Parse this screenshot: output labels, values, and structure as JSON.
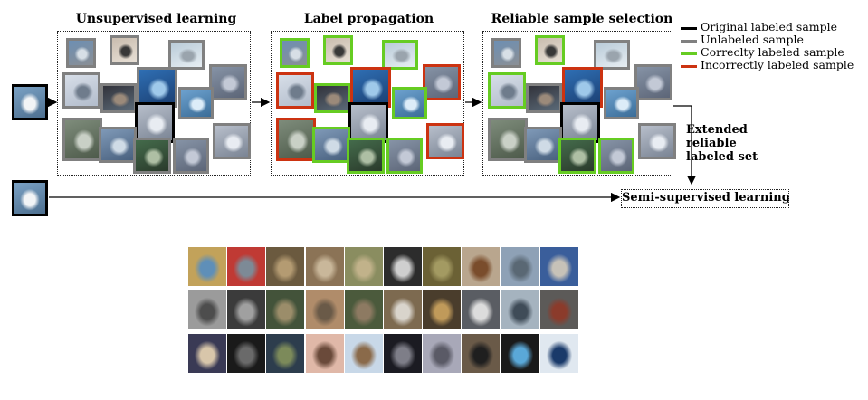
{
  "stages": {
    "unsupervised": "Unsupervised learning",
    "propagation": "Label propagation",
    "selection": "Reliable sample selection"
  },
  "legend": [
    {
      "label": "Original labeled sample",
      "color": "#000000"
    },
    {
      "label": "Unlabeled sample",
      "color": "#808080"
    },
    {
      "label": "Correclty labeled sample",
      "color": "#66cc22"
    },
    {
      "label": "Incorrectly labeled sample",
      "color": "#cc3311"
    }
  ],
  "side_label": {
    "line1": "Extended",
    "line2": "reliable",
    "line3": "labeled set"
  },
  "ssl_label": "Semi-supervised learning",
  "colors": {
    "original": "#000000",
    "unlabeled": "#808080",
    "correct": "#66cc22",
    "incorrect": "#cc3311"
  },
  "thumb_palette": [
    [
      "#6d8fb3",
      "#d7dfe6",
      "#8a8f95"
    ],
    [
      "#c9bcae",
      "#383838",
      "#e8e0d6"
    ],
    [
      "#2f6fb4",
      "#9fc9ea",
      "#1b3f72"
    ],
    [
      "#b9cbd8",
      "#9aa4ad",
      "#e6edf2"
    ],
    [
      "#7e8c7b",
      "#c9d0c6",
      "#4d5a4a"
    ],
    [
      "#31323a",
      "#9b8a7a",
      "#5b6a78"
    ],
    [
      "#7f99b7",
      "#cfdbe6",
      "#48607e"
    ],
    [
      "#d7dee8",
      "#6f7c8c",
      "#b2bccb"
    ],
    [
      "#8693a6",
      "#c3c9d6",
      "#5c6577"
    ],
    [
      "#b8bfcb",
      "#e8ecf2",
      "#7a8494"
    ],
    [
      "#446b4b",
      "#aebfa4",
      "#2a3a2b"
    ],
    [
      "#6ea2cf",
      "#dcecf8",
      "#3b6d98"
    ]
  ],
  "grid_palette": [
    [
      "#c2a25a",
      "#5f8fb8"
    ],
    [
      "#c03a34",
      "#7d8a96"
    ],
    [
      "#6b5a3f",
      "#b49b72"
    ],
    [
      "#8b7356",
      "#c9b79a"
    ],
    [
      "#8a8d60",
      "#c1b28a"
    ],
    [
      "#2c2c2c",
      "#cfcfcf"
    ],
    [
      "#6b6135",
      "#a39a62"
    ],
    [
      "#b9a68e",
      "#7a4d2c"
    ],
    [
      "#8ea1b6",
      "#5a6874"
    ],
    [
      "#3a5e9b",
      "#c7c2b8"
    ],
    [
      "#9b9b9b",
      "#4d4d4d"
    ],
    [
      "#3b3b3b",
      "#a0a0a0"
    ],
    [
      "#43533a",
      "#9b8d6a"
    ],
    [
      "#b08c6a",
      "#6a5a48"
    ],
    [
      "#4b5a3c",
      "#8d7a62"
    ],
    [
      "#7d6a50",
      "#d9d4cc"
    ],
    [
      "#4a3d2c",
      "#c09a5a"
    ],
    [
      "#5a5d63",
      "#dcdcdc"
    ],
    [
      "#a5b3bf",
      "#3f4c58"
    ],
    [
      "#5c5a58",
      "#8b3b2b"
    ],
    [
      "#3a3a55",
      "#d8c6aa"
    ],
    [
      "#1a1a1a",
      "#6a6a6a"
    ],
    [
      "#2d3d4d",
      "#7c8a5a"
    ],
    [
      "#e0b8a8",
      "#6a4a3a"
    ],
    [
      "#c8d8e8",
      "#8a6a4a"
    ],
    [
      "#1b1b22",
      "#7e7e88"
    ],
    [
      "#a8a8b8",
      "#5a5a66"
    ],
    [
      "#6a5a48",
      "#1f1f1f"
    ],
    [
      "#1a1a1a",
      "#5aa8d8"
    ],
    [
      "#e0e8f0",
      "#1a3a6a"
    ]
  ]
}
